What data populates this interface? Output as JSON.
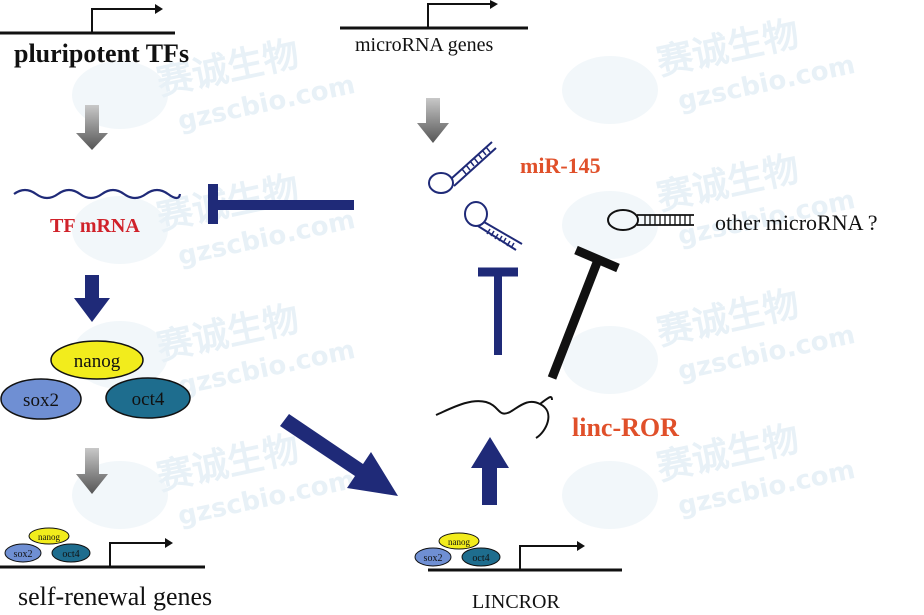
{
  "labels": {
    "pluripotent_tfs": "pluripotent TFs",
    "microrna_genes": "microRNA genes",
    "mir145": "miR-145",
    "other_microrna": "other microRNA ?",
    "tf_mrna": "TF mRNA",
    "nanog": "nanog",
    "sox2": "sox2",
    "oct4": "oct4",
    "linc_ror": "linc-ROR",
    "self_renewal_genes": "self-renewal genes",
    "lincror_gene": "LINCROR"
  },
  "watermark": {
    "text_cn": "赛诚生物",
    "text_en": "gzscbio.com"
  },
  "colors": {
    "dark_blue": "#1f2a78",
    "red": "#d0222a",
    "orange_red": "#e0502a",
    "nanog_yellow": "#f2ec1c",
    "sox2_blue": "#6f8fd3",
    "oct4_teal": "#1e6d8e",
    "black": "#111111",
    "watermark": "#d6e6f0"
  }
}
